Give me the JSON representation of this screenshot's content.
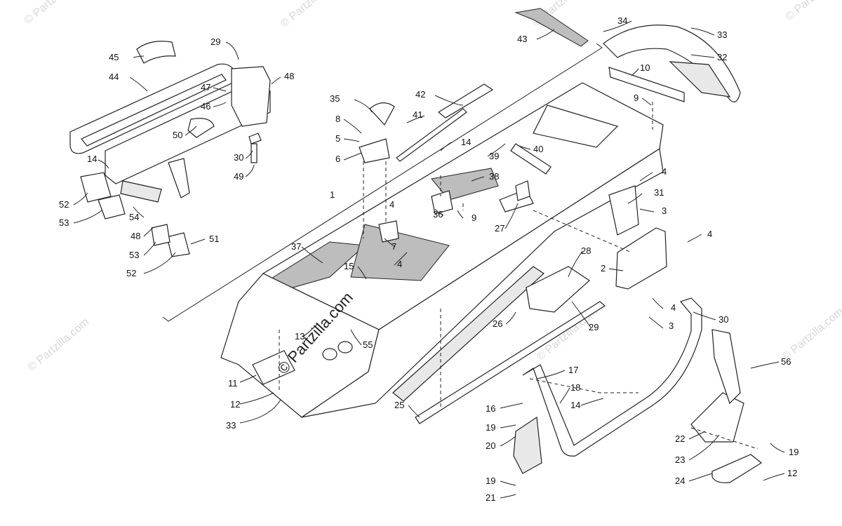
{
  "watermark": {
    "corner_text": "© Partzilla",
    "main_text": "© Partzilla.com",
    "side_text": "© Partzilla.com"
  },
  "callouts": [
    {
      "id": "c1",
      "label": "1"
    },
    {
      "id": "c2",
      "label": "2"
    },
    {
      "id": "c3a",
      "label": "3"
    },
    {
      "id": "c3b",
      "label": "3"
    },
    {
      "id": "c4a",
      "label": "4"
    },
    {
      "id": "c4b",
      "label": "4"
    },
    {
      "id": "c4c",
      "label": "4"
    },
    {
      "id": "c4d",
      "label": "4"
    },
    {
      "id": "c4e",
      "label": "4"
    },
    {
      "id": "c5",
      "label": "5"
    },
    {
      "id": "c6",
      "label": "6"
    },
    {
      "id": "c7",
      "label": "7"
    },
    {
      "id": "c8",
      "label": "8"
    },
    {
      "id": "c9a",
      "label": "9"
    },
    {
      "id": "c9b",
      "label": "9"
    },
    {
      "id": "c10",
      "label": "10"
    },
    {
      "id": "c11",
      "label": "11"
    },
    {
      "id": "c12a",
      "label": "12"
    },
    {
      "id": "c12b",
      "label": "12"
    },
    {
      "id": "c13",
      "label": "13"
    },
    {
      "id": "c14a",
      "label": "14"
    },
    {
      "id": "c14b",
      "label": "14"
    },
    {
      "id": "c14c",
      "label": "14"
    },
    {
      "id": "c15",
      "label": "15"
    },
    {
      "id": "c16",
      "label": "16"
    },
    {
      "id": "c17",
      "label": "17"
    },
    {
      "id": "c18",
      "label": "18"
    },
    {
      "id": "c19a",
      "label": "19"
    },
    {
      "id": "c19b",
      "label": "19"
    },
    {
      "id": "c19c",
      "label": "19"
    },
    {
      "id": "c20",
      "label": "20"
    },
    {
      "id": "c21",
      "label": "21"
    },
    {
      "id": "c22",
      "label": "22"
    },
    {
      "id": "c23",
      "label": "23"
    },
    {
      "id": "c24",
      "label": "24"
    },
    {
      "id": "c25",
      "label": "25"
    },
    {
      "id": "c26",
      "label": "26"
    },
    {
      "id": "c27",
      "label": "27"
    },
    {
      "id": "c28",
      "label": "28"
    },
    {
      "id": "c29a",
      "label": "29"
    },
    {
      "id": "c29b",
      "label": "29"
    },
    {
      "id": "c30a",
      "label": "30"
    },
    {
      "id": "c30b",
      "label": "30"
    },
    {
      "id": "c31",
      "label": "31"
    },
    {
      "id": "c32",
      "label": "32"
    },
    {
      "id": "c33a",
      "label": "33"
    },
    {
      "id": "c33b",
      "label": "33"
    },
    {
      "id": "c34",
      "label": "34"
    },
    {
      "id": "c35",
      "label": "35"
    },
    {
      "id": "c36",
      "label": "36"
    },
    {
      "id": "c37",
      "label": "37"
    },
    {
      "id": "c38",
      "label": "38"
    },
    {
      "id": "c39",
      "label": "39"
    },
    {
      "id": "c40",
      "label": "40"
    },
    {
      "id": "c41",
      "label": "41"
    },
    {
      "id": "c42",
      "label": "42"
    },
    {
      "id": "c43",
      "label": "43"
    },
    {
      "id": "c44",
      "label": "44"
    },
    {
      "id": "c45",
      "label": "45"
    },
    {
      "id": "c46",
      "label": "46"
    },
    {
      "id": "c47",
      "label": "47"
    },
    {
      "id": "c48a",
      "label": "48"
    },
    {
      "id": "c48b",
      "label": "48"
    },
    {
      "id": "c49",
      "label": "49"
    },
    {
      "id": "c50",
      "label": "50"
    },
    {
      "id": "c51",
      "label": "51"
    },
    {
      "id": "c52a",
      "label": "52"
    },
    {
      "id": "c52b",
      "label": "52"
    },
    {
      "id": "c53a",
      "label": "53"
    },
    {
      "id": "c53b",
      "label": "53"
    },
    {
      "id": "c54",
      "label": "54"
    },
    {
      "id": "c55",
      "label": "55"
    },
    {
      "id": "c56",
      "label": "56"
    }
  ]
}
